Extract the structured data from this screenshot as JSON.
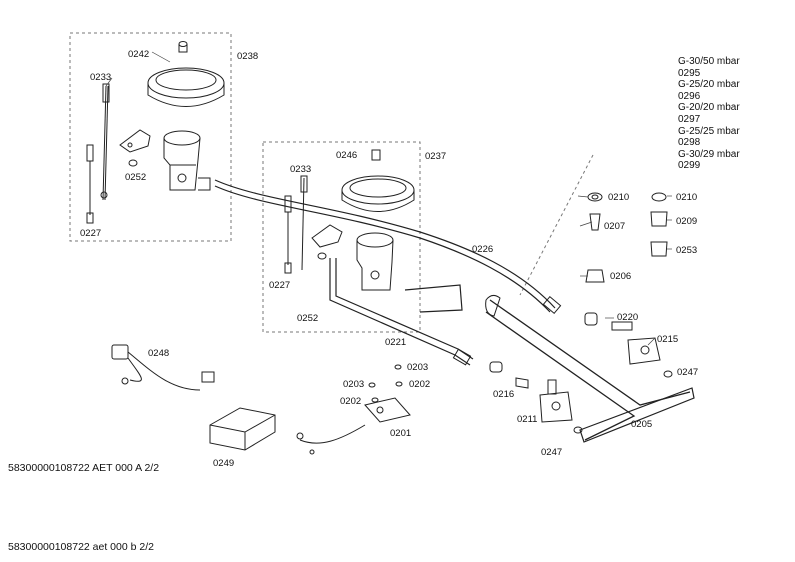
{
  "legend": [
    "G-30/50 mbar",
    "0295",
    "G-25/20 mbar",
    "0296",
    "G-20/20 mbar",
    "0297",
    "G-25/25 mbar",
    "0298",
    "G-30/29 mbar",
    "0299"
  ],
  "parts": {
    "p0238": "0238",
    "p0242": "0242",
    "p0233a": "0233",
    "p0252a": "0252",
    "p0227a": "0227",
    "p0246": "0246",
    "p0237": "0237",
    "p0233b": "0233",
    "p0227b": "0227",
    "p0252b": "0252",
    "p0226": "0226",
    "p0221": "0221",
    "p0210a": "0210",
    "p0210b": "0210",
    "p0207": "0207",
    "p0209": "0209",
    "p0253": "0253",
    "p0206": "0206",
    "p0220": "0220",
    "p0215": "0215",
    "p0247a": "0247",
    "p0247b": "0247",
    "p0205": "0205",
    "p0211": "0211",
    "p0216": "0216",
    "p0248": "0248",
    "p0249": "0249",
    "p0203a": "0203",
    "p0203b": "0203",
    "p0202a": "0202",
    "p0202b": "0202",
    "p0201": "0201"
  },
  "footer": {
    "line1": "58300000108722 AET 000 A 2/2",
    "line2": "58300000108722 aet 000 b 2/2"
  }
}
